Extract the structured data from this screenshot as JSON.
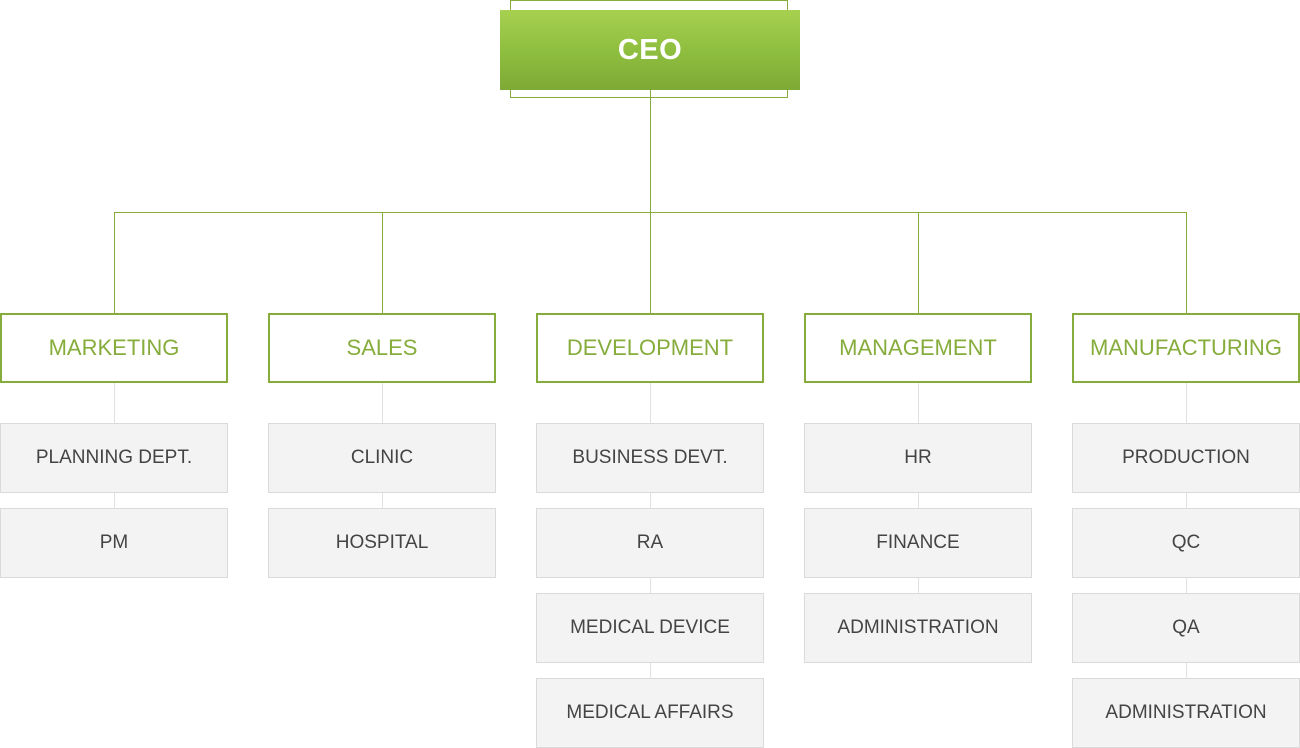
{
  "colors": {
    "accent": "#86ad3c",
    "ceo_gradient_top": "#a7d050",
    "ceo_gradient_bottom": "#7ea936",
    "sub_box_bg": "#f3f3f3",
    "sub_box_border": "#dadada",
    "sub_text": "#444444",
    "sub_connector": "#e1e1e1"
  },
  "root": {
    "label": "CEO"
  },
  "departments": [
    {
      "label": "MARKETING",
      "units": [
        "PLANNING DEPT.",
        "PM"
      ]
    },
    {
      "label": "SALES",
      "units": [
        "CLINIC",
        "HOSPITAL"
      ]
    },
    {
      "label": "DEVELOPMENT",
      "units": [
        "BUSINESS DEVT.",
        "RA",
        "MEDICAL DEVICE",
        "MEDICAL AFFAIRS"
      ]
    },
    {
      "label": "MANAGEMENT",
      "units": [
        "HR",
        "FINANCE",
        "ADMINISTRATION"
      ]
    },
    {
      "label": "MANUFACTURING",
      "units": [
        "PRODUCTION",
        "QC",
        "QA",
        "ADMINISTRATION"
      ]
    }
  ]
}
